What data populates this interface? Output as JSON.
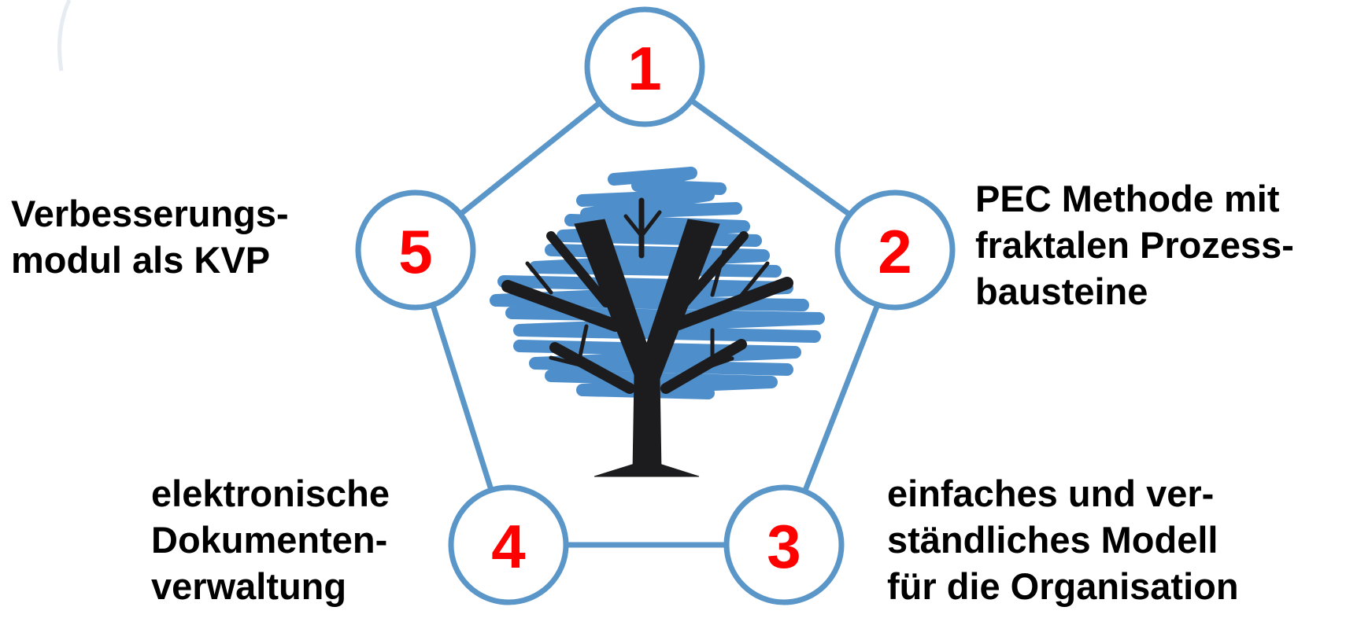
{
  "colors": {
    "node_stroke": "#5a96c8",
    "edge": "#5a96c8",
    "number": "#ff0000",
    "tree_foliage": "#4e8fcb",
    "tree_trunk": "#1c1c1e",
    "text": "#000000"
  },
  "nodes": [
    {
      "number": "1"
    },
    {
      "number": "2"
    },
    {
      "number": "3"
    },
    {
      "number": "4"
    },
    {
      "number": "5"
    }
  ],
  "labels": {
    "node5": [
      "Verbesserungs-",
      "modul als KVP"
    ],
    "node2": [
      "PEC Methode mit",
      "fraktalen Prozess-",
      "bausteine"
    ],
    "node3": [
      "einfaches und ver-",
      "ständliches Modell",
      "für die Organisation"
    ],
    "node4": [
      "elektronische",
      "Dokumenten-",
      "verwaltung"
    ]
  },
  "center_icon": "tree-icon"
}
